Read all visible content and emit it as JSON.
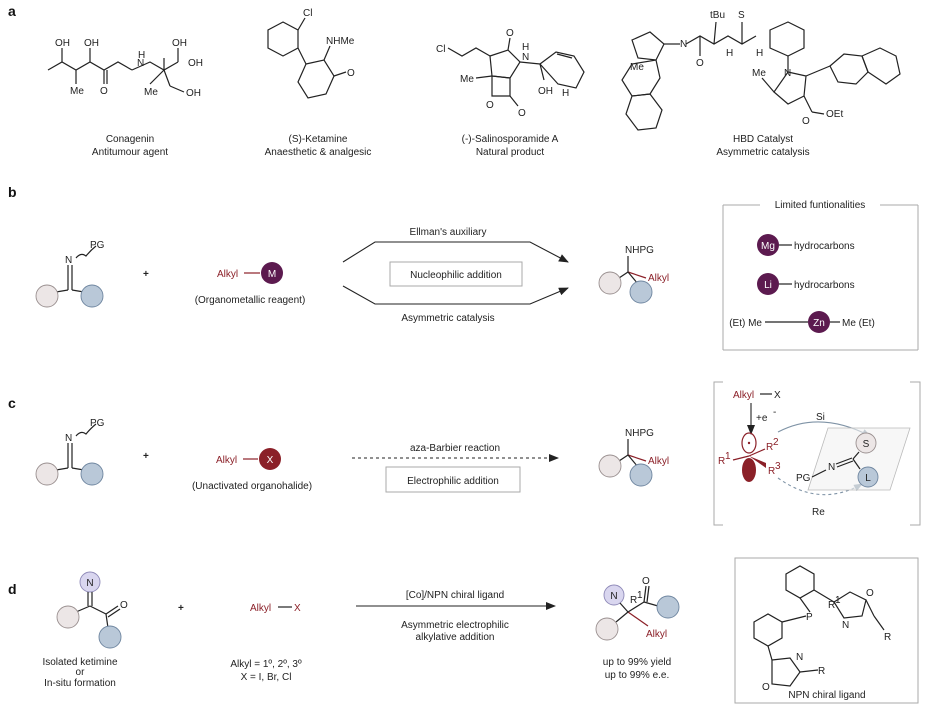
{
  "panel_a": {
    "letter": "a",
    "compounds": [
      {
        "name": "Conagenin",
        "role": "Antitumour agent"
      },
      {
        "name": "(S)-Ketamine",
        "role": "Anaesthetic & analgesic"
      },
      {
        "name": "(-)-Salinosporamide A",
        "role": "Natural product"
      },
      {
        "name": "HBD Catalyst",
        "role": "Asymmetric catalysis"
      }
    ],
    "atoms": {
      "oh": "OH",
      "h": "H",
      "n": "N",
      "me": "Me",
      "o": "O",
      "cl": "Cl",
      "nhme": "NHMe",
      "s": "S",
      "tbu": "tBu",
      "oet": "OEt"
    }
  },
  "panel_b": {
    "letter": "b",
    "imine_label": "PG",
    "imine_n": "N",
    "plus": "+",
    "alkyl": "Alkyl",
    "metal": "M",
    "reagent_desc": "(Organometallic reagent)",
    "upper_route": "Ellman's auxiliary",
    "box_label": "Nucleophilic addition",
    "lower_route": "Asymmetric catalysis",
    "product_top": "NHPG",
    "product_alkyl": "Alkyl",
    "limits": {
      "title": "Limited funtionalities",
      "mg": "Mg",
      "mg_text": "hydrocarbons",
      "li": "Li",
      "li_text": "hydrocarbons",
      "zn": "Zn",
      "zn_left": "(Et) Me",
      "zn_right": "Me (Et)"
    }
  },
  "panel_c": {
    "letter": "c",
    "imine_label": "PG",
    "imine_n": "N",
    "plus": "+",
    "alkyl": "Alkyl",
    "halide": "X",
    "reagent_desc": "(Unactivated organohalide)",
    "route": "aza-Barbier reaction",
    "box_label": "Electrophilic addition",
    "product_top": "NHPG",
    "product_alkyl": "Alkyl",
    "mech": {
      "alkyl": "Alkyl",
      "x": "X",
      "electron": "+e",
      "electron_sup": "-",
      "r1": "R",
      "r2": "R",
      "r3": "R",
      "sup1": "1",
      "sup2": "2",
      "sup3": "3",
      "si": "Si",
      "re": "Re",
      "pg": "PG",
      "n": "N",
      "s": "S",
      "l": "L"
    }
  },
  "panel_d": {
    "letter": "d",
    "n_label": "N",
    "o_label": "O",
    "substrate_desc": [
      "Isolated ketimine",
      "or",
      "In-situ formation"
    ],
    "plus": "+",
    "alkyl": "Alkyl",
    "halide": "X",
    "scope": [
      "Alkyl = 1º, 2º, 3º",
      "X = I, Br, Cl"
    ],
    "conditions_top": "[Co]/NPN chiral ligand",
    "conditions_bottom": [
      "Asymmetric electrophilic",
      "alkylative addition"
    ],
    "product_r": "R",
    "product_sup": "1",
    "product_alkyl": "Alkyl",
    "results": [
      "up to 99% yield",
      "up to 99% e.e."
    ],
    "ligand": {
      "name": "NPN chiral ligand",
      "p": "P",
      "r1": "R",
      "sup": "1",
      "n": "N",
      "o": "O",
      "r": "R"
    }
  }
}
